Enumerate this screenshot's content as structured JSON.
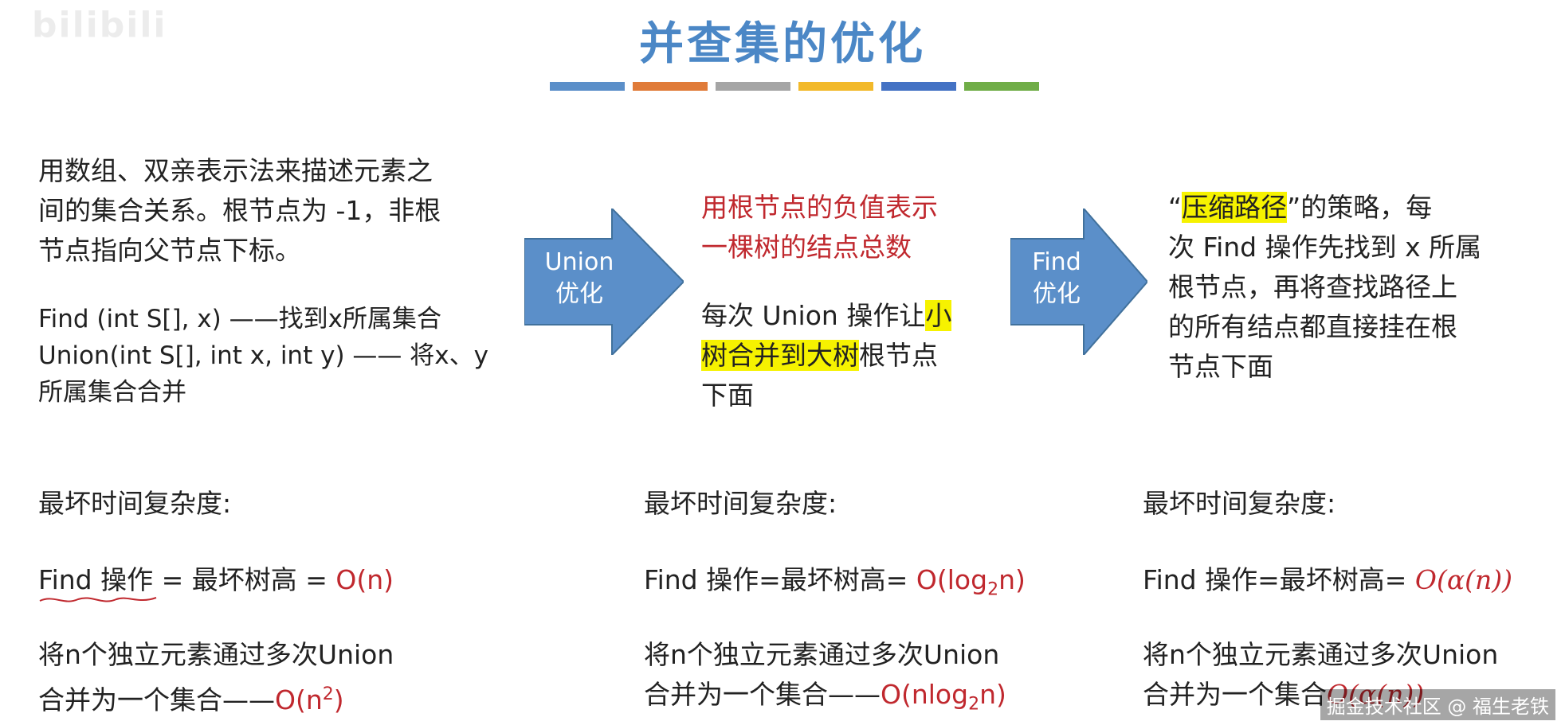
{
  "watermark": "bilibili",
  "slide": {
    "title": "并查集的优化",
    "bar_colors": [
      "#5b8fc9",
      "#e07b39",
      "#a5a5a5",
      "#f2b92a",
      "#4472c4",
      "#70ad47"
    ]
  },
  "col1": {
    "desc_lines": [
      "用数组、双亲表示法来描述元素之",
      "间的集合关系。根节点为 -1，非根",
      "节点指向父节点下标。"
    ],
    "find_line": "Find (int S[], x) ——找到x所属集合",
    "union_line": "Union(int S[], int x, int y) —— 将x、y",
    "union_line2": "所属集合合并"
  },
  "arrow1": {
    "line1": "Union",
    "line2": "优化"
  },
  "col2": {
    "red_lines": [
      "用根节点的负值表示",
      "一棵树的结点总数"
    ],
    "line1_pre": "每次 Union 操作让",
    "line1_hl": "小",
    "line2_hl": "树合并到大树",
    "line2_post": "根节点",
    "line3": "下面"
  },
  "arrow2": {
    "line1": "Find",
    "line2": "优化"
  },
  "col3": {
    "open_quote": "“",
    "hl": "压缩路径",
    "line1_post": "”的策略，每",
    "lines": [
      "次 Find 操作先找到 x 所属",
      "根节点，再将查找路径上",
      "的所有结点都直接挂在根",
      "节点下面"
    ]
  },
  "complexity": [
    {
      "head": "最坏时间复杂度:",
      "find_pre": "Find 操作 = 最坏树高 = ",
      "find_val": "O(n)",
      "merge1": "将n个独立元素通过多次Union",
      "merge2_pre": "合并为一个集合——",
      "merge2_val_main": "O(n",
      "merge2_val_sup": "2",
      "merge2_val_end": ")"
    },
    {
      "head": "最坏时间复杂度:",
      "find_pre": "Find 操作=最坏树高= ",
      "find_val_main": "O(log",
      "find_val_sub": "2",
      "find_val_end": "n)",
      "merge1": "将n个独立元素通过多次Union",
      "merge2_pre": "合并为一个集合——",
      "merge2_val_main": "O(nlog",
      "merge2_val_sub": "2",
      "merge2_val_end": "n)"
    },
    {
      "head": "最坏时间复杂度:",
      "find_pre": "Find 操作=最坏树高= ",
      "find_val": "O(α(n))",
      "merge1": "将n个独立元素通过多次Union",
      "merge2_pre": "合并为一个集合",
      "merge2_val": "O(α(n))"
    }
  ],
  "footer_watermark": "掘金技术社区 @ 福生老铁"
}
